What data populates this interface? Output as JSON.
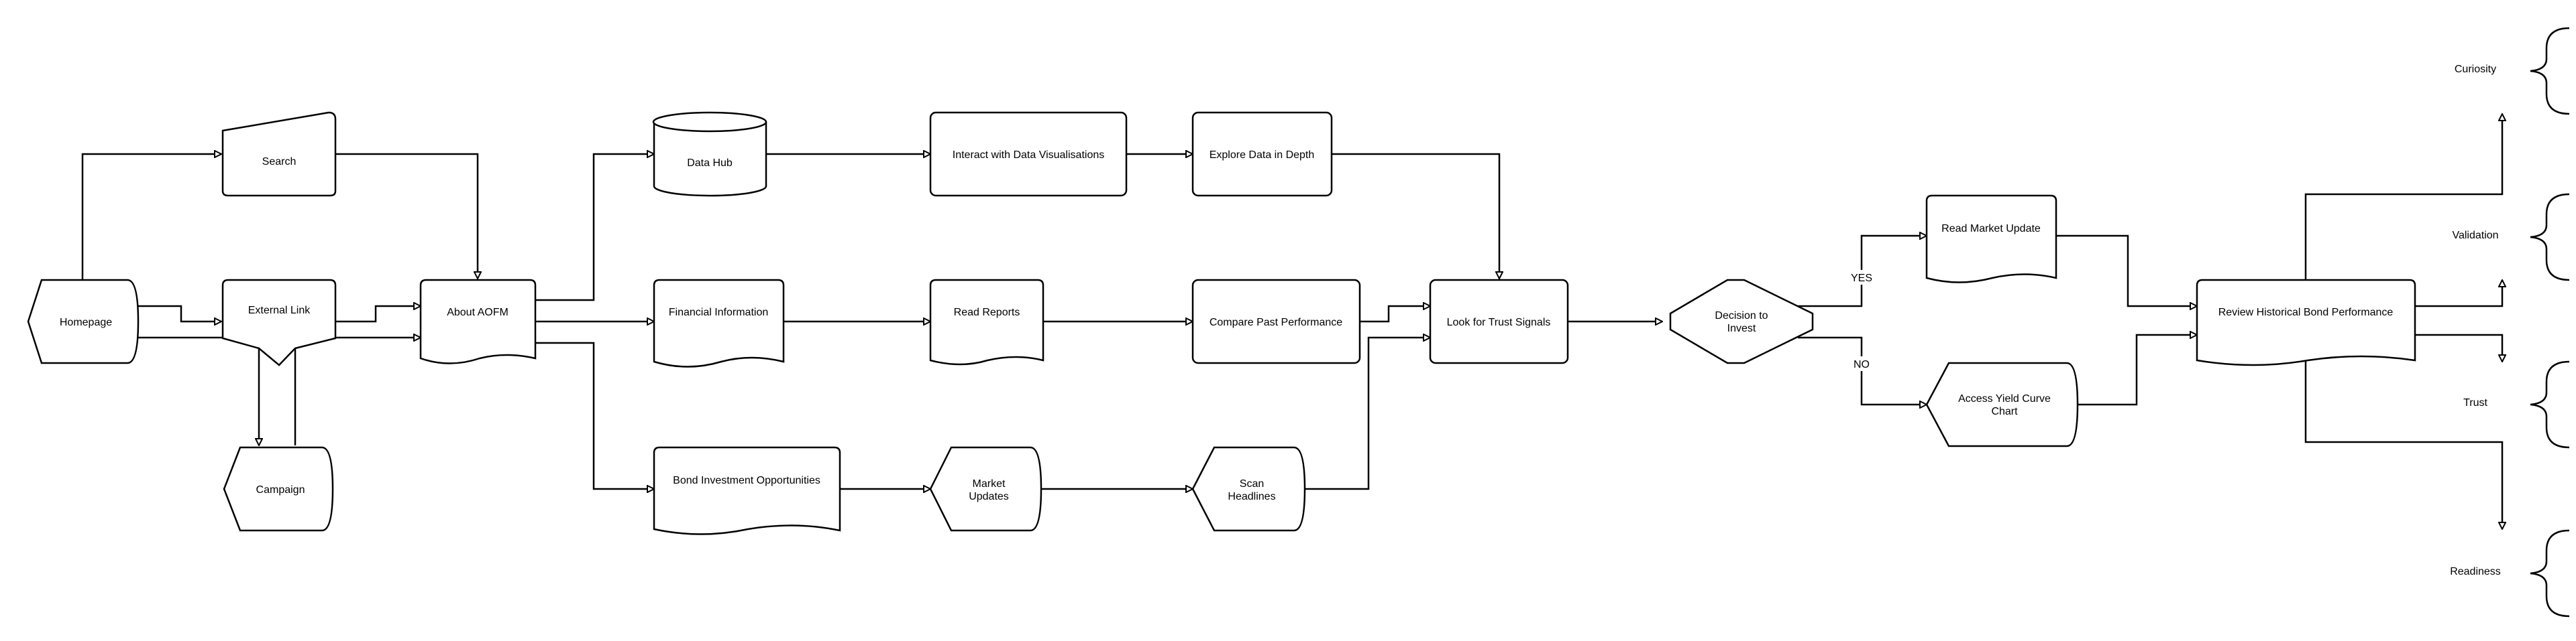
{
  "nodes": {
    "homepage": "Homepage",
    "search": "Search",
    "external_link": "External Link",
    "campaign": "Campaign",
    "about": "About AOFM",
    "data_hub": "Data Hub",
    "financial_info": "Financial Information",
    "bond_opps": "Bond Investment Opportunities",
    "interact": "Interact with Data Visualisations",
    "read_reports": "Read Reports",
    "market_updates_1": "Market",
    "market_updates_2": "Updates",
    "explore": "Explore Data in Depth",
    "compare": "Compare Past Performance",
    "scan_1": "Scan",
    "scan_2": "Headlines",
    "trust_signals": "Look for Trust Signals",
    "decision_1": "Decision to",
    "decision_2": "Invest",
    "read_market_update": "Read Market Update",
    "yield_1": "Access Yield Curve",
    "yield_2": "Chart",
    "review": "Review Historical Bond Performance",
    "curiosity": "Curiosity",
    "validation": "Validation",
    "trust": "Trust",
    "readiness": "Readiness"
  },
  "edge_labels": {
    "yes": "YES",
    "no": "NO"
  }
}
